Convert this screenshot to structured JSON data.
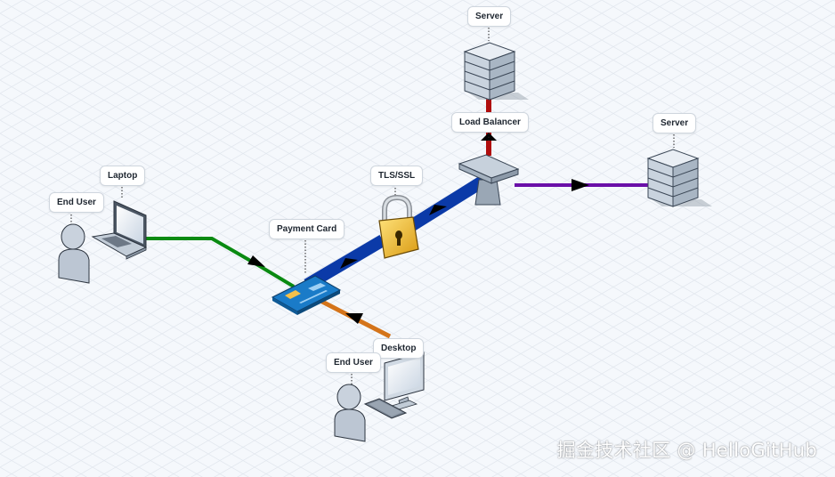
{
  "colors": {
    "background": "#f5f8fc",
    "grid": "#e3e8ef",
    "link_green": "#0a8a12",
    "link_orange": "#d4741a",
    "link_blue": "#0b3aa8",
    "link_red": "#b00d0d",
    "link_purple": "#6a0fa8"
  },
  "nodes": {
    "server_top": {
      "label": "Server",
      "icon": "server-rack-icon"
    },
    "load_balancer": {
      "label": "Load Balancer",
      "icon": "load-balancer-icon"
    },
    "server_right": {
      "label": "Server",
      "icon": "server-rack-icon"
    },
    "tls_ssl": {
      "label": "TLS/SSL",
      "icon": "padlock-icon"
    },
    "laptop": {
      "label": "Laptop",
      "icon": "laptop-icon"
    },
    "end_user_left": {
      "label": "End User",
      "icon": "user-icon"
    },
    "payment_card": {
      "label": "Payment Card",
      "icon": "credit-card-icon"
    },
    "desktop": {
      "label": "Desktop",
      "icon": "desktop-icon"
    },
    "end_user_bottom": {
      "label": "End User",
      "icon": "user-icon"
    }
  },
  "edges": [
    {
      "from": "laptop",
      "to": "payment_card",
      "color": "link_green"
    },
    {
      "from": "desktop",
      "to": "payment_card",
      "color": "link_orange"
    },
    {
      "from": "payment_card",
      "to": "tls_ssl",
      "color": "link_blue"
    },
    {
      "from": "tls_ssl",
      "to": "load_balancer",
      "color": "link_blue"
    },
    {
      "from": "load_balancer",
      "to": "server_top",
      "color": "link_red"
    },
    {
      "from": "load_balancer",
      "to": "server_right",
      "color": "link_purple"
    }
  ],
  "watermark": "掘金技术社区 @ HelloGitHub"
}
